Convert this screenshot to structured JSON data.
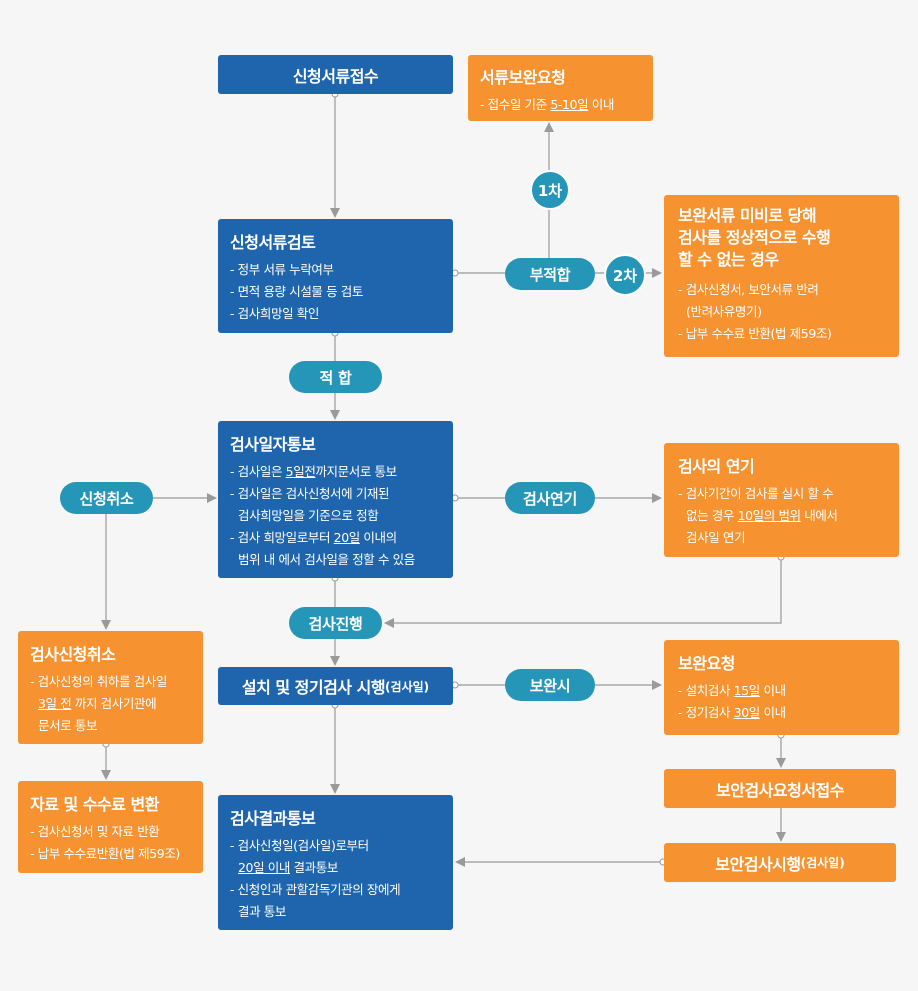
{
  "nodes": {
    "receipt": {
      "title": "신청서류접수"
    },
    "supplement_request": {
      "title": "서류보완요청",
      "items": [
        "- 접수일 기준 ",
        "5-10일",
        " 이내"
      ]
    },
    "review": {
      "title": "신청서류검토",
      "items": [
        "- 정부 서류 누락여부",
        "- 면적 용량 시설물 등 검토",
        "- 검사희망일 확인"
      ]
    },
    "rejection": {
      "title_lines": [
        "보완서류 미비로 당해",
        "검사를 정상적으로 수행",
        "할 수 없는 경우"
      ],
      "items": [
        "- 검사신청서, 보안서류 반려",
        "(반려사유명기)",
        "- 납부 수수료 반환(법 제59조)"
      ]
    },
    "schedule_notice": {
      "title": "검사일자통보",
      "items": {
        "i1a": "- 검사일은 ",
        "i1b": "5일전",
        "i1c": "까지문서로 통보",
        "i2": "- 검사일은 검사신청서에 기재된",
        "i2b": "검사희망일을 기준으로 정함",
        "i3a": "- 검사 희망일로부터 ",
        "i3b": "20일",
        "i3c": " 이내의",
        "i3d": "범위 내 에서 검사일을 정할 수 있음"
      }
    },
    "postpone": {
      "title": "검사의 연기",
      "items": {
        "i1": "- 검사기간이 검사를 실시 할 수",
        "i2a": "없는 경우 ",
        "i2b": "10일의 범위",
        "i2c": " 내에서",
        "i3": "검사일 연기"
      }
    },
    "cancel_box": {
      "title": "검사신청취소",
      "items": {
        "i1": "- 검사신청의 취하를 검사일",
        "i2a": "3일 전",
        "i2b": " 까지 검사기관에",
        "i3": "문서로 통보"
      }
    },
    "refund": {
      "title": "자료 및 수수료 변환",
      "items": [
        "- 검사신청서 및 자료 반환",
        "- 납부 수수료반환(법 제59조)"
      ]
    },
    "inspection": {
      "title": "설치 및 정기검사 시행",
      "suffix": "(검사일)"
    },
    "supplement": {
      "title": "보완요청",
      "items": {
        "i1a": "- 설치검사 ",
        "i1b": "15일",
        "i1c": " 이내",
        "i2a": "- 정기검사 ",
        "i2b": "30일",
        "i2c": " 이내"
      }
    },
    "supp_receipt": {
      "title": "보안검사요청서접수"
    },
    "supp_exec": {
      "title": "보안검사시행",
      "suffix": "(검사일)"
    },
    "result": {
      "title": "검사결과통보",
      "items": {
        "i1": "- 검사신청일(검사일)로부터",
        "i2a": "20일 이내",
        "i2b": " 결과통보",
        "i3": "- 신청인과 관할감독기관의 장에게",
        "i4": "결과 통보"
      }
    }
  },
  "labels": {
    "first": "1차",
    "unfit": "부적합",
    "second": "2차",
    "fit": "적 합",
    "postpone": "검사연기",
    "cancel": "신청취소",
    "progress": "검사진행",
    "supplement": "보완시"
  },
  "colors": {
    "blue": "#1f65ad",
    "orange": "#f6922f",
    "teal": "#2596b8",
    "line": "#9a9a9a"
  }
}
